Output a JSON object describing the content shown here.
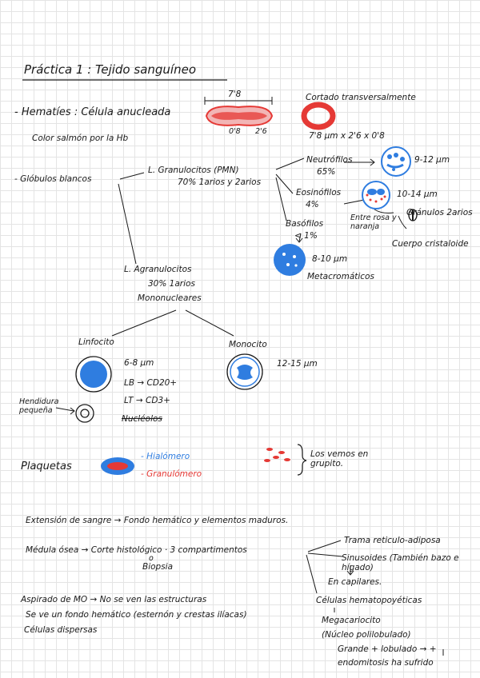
{
  "title": "Práctica 1 : Tejido sanguíneo",
  "hematies": {
    "label": "- Hematíes : Célula anucleada",
    "color_text": "Color salmón por la Hb",
    "dim_top": "7'8",
    "dim_bottom_left": "0'8",
    "dim_bottom_right": "2'6",
    "cross_section": "Cortado transversalmente",
    "size": "7'8 µm x 2'6 x 0'8"
  },
  "globulos": {
    "label": "- Glóbulos blancos",
    "granulocitos": "L. Granulocitos (PMN)",
    "granulocitos_pct": "70% 1arios y 2arios",
    "neutrofilos": "Neutrófilos",
    "neutrofilos_pct": "65%",
    "neutrofilos_size": "9-12 µm",
    "eosinofilos": "Eosinófilos",
    "eosinofilos_pct": "4%",
    "eosinofilos_size": "10-14 µm",
    "granulos": "Gránulos 2arios",
    "entre_rosa": "Entre rosa y naranja",
    "cuerpo": "Cuerpo cristaloide",
    "basofilos": "Basófilos",
    "basofilos_pct": "< 1%",
    "basofilos_size": "8-10 µm",
    "metacromaticos": "Metacromáticos",
    "agranulocitos": "L. Agranulocitos",
    "agranulocitos_pct": "30% 1arios",
    "mononucleares": "Mononucleares",
    "linfocito": "Linfocito",
    "linfocito_size": "6-8 µm",
    "lb": "LB → CD20+",
    "lt": "LT → CD3+",
    "nucleolos": "Nucléolos",
    "hendidura": "Hendidura pequeña",
    "monocito": "Monocito",
    "monocito_size": "12-15 µm"
  },
  "plaquetas": {
    "label": "Plaquetas",
    "hialomero": "- Hialómero",
    "granulomero": "- Granulómero",
    "grupito": "Los vemos en grupito."
  },
  "notes": {
    "extension": "Extensión de sangre → Fondo hemático y elementos maduros.",
    "medula": "Médula ósea → Corte histológico · 3 compartimentos",
    "o": "o",
    "biopsia": "Biopsia",
    "trama": "Trama reticulo-adiposa",
    "sinusoides": "Sinusoides (También bazo e hígado)",
    "en_capilares": "En capilares.",
    "aspirado": "Aspirado de MO → No se ven las estructuras",
    "fondo": "Se ve un fondo hemático (esternón y crestas ilíacas)",
    "dispersas": "Células dispersas",
    "hematopoyeticas": "Células hematopoyéticas",
    "megacariocito": "Megacariocito",
    "nucleo": "(Núcleo polilobulado)",
    "grande": "Grande + lobulado → +",
    "endomitosis": "endomitosis ha sufrido"
  },
  "colors": {
    "ink": "#1a1a1a",
    "blue": "#2f7de0",
    "red": "#e53935",
    "grid": "#e4e4e4"
  }
}
